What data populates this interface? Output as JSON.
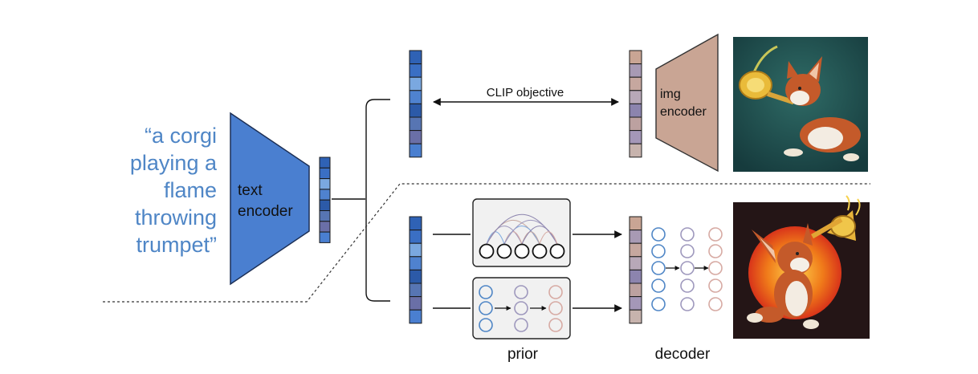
{
  "prompt_lines": [
    "“a corgi",
    "playing a",
    "flame",
    "throwing",
    "trumpet”"
  ],
  "text_encoder_lines": [
    "text",
    "encoder"
  ],
  "img_encoder_lines": [
    "img",
    "encoder"
  ],
  "clip_objective_label": "CLIP objective",
  "prior_label": "prior",
  "decoder_label": "decoder",
  "colors": {
    "prompt_text": "#4f86c6",
    "text_encoder": "#4a7fd0",
    "img_encoder": "#c9a594",
    "text_embedding": [
      "#2f62b5",
      "#3a6fc4",
      "#7aa8e0",
      "#4f82cf",
      "#2c5aa8",
      "#5775b3",
      "#6a6fa7",
      "#4a7fd0"
    ],
    "image_embedding": [
      "#c9a594",
      "#a89ab4",
      "#c6a79f",
      "#b8a8b8",
      "#8c84ae",
      "#bca1a0",
      "#a497b8",
      "#c7b3ad"
    ],
    "node_blue": "#4f86c6",
    "node_purple": "#9e98bd",
    "node_pink": "#d7aaa3"
  },
  "icons": {
    "top_image": "corgi-trumpet-teal-image-icon",
    "bottom_image": "corgi-trumpet-flame-image-icon"
  }
}
